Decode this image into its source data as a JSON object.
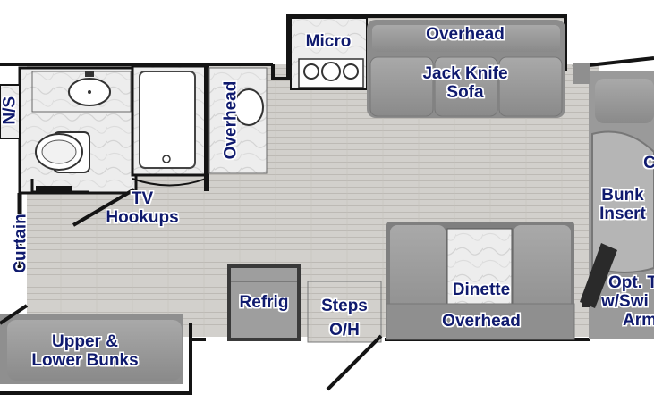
{
  "title": "",
  "labels": {
    "ns": "N/S",
    "micro": "Micro",
    "overhead_top": "Overhead",
    "jack_knife_line1": "Jack Knife",
    "jack_knife_line2": "Sofa",
    "overhead_vertical": "Overhead",
    "tv_line1": "TV",
    "tv_line2": "Hookups",
    "curtain": "Curtain",
    "bunk_insert_line1": "Bunk",
    "bunk_insert_line2": "Insert",
    "cab_fragment": "C",
    "refrig": "Refrig",
    "steps_line1": "Steps",
    "steps_line2": "O/H",
    "dinette": "Dinette",
    "overhead_dinette": "Overhead",
    "opt_line1": "Opt. T",
    "opt_line2": "w/Swi",
    "opt_line3": "Arm",
    "bunks_line1": "Upper &",
    "bunks_line2": "Lower Bunks"
  },
  "colors": {
    "floor": "#cfcdc9",
    "furniture": "#8f8f8f",
    "furniture_light": "#b1b1b1",
    "wall": "#141414",
    "label_text": "#0f1a6e",
    "marble": "#ececec"
  }
}
